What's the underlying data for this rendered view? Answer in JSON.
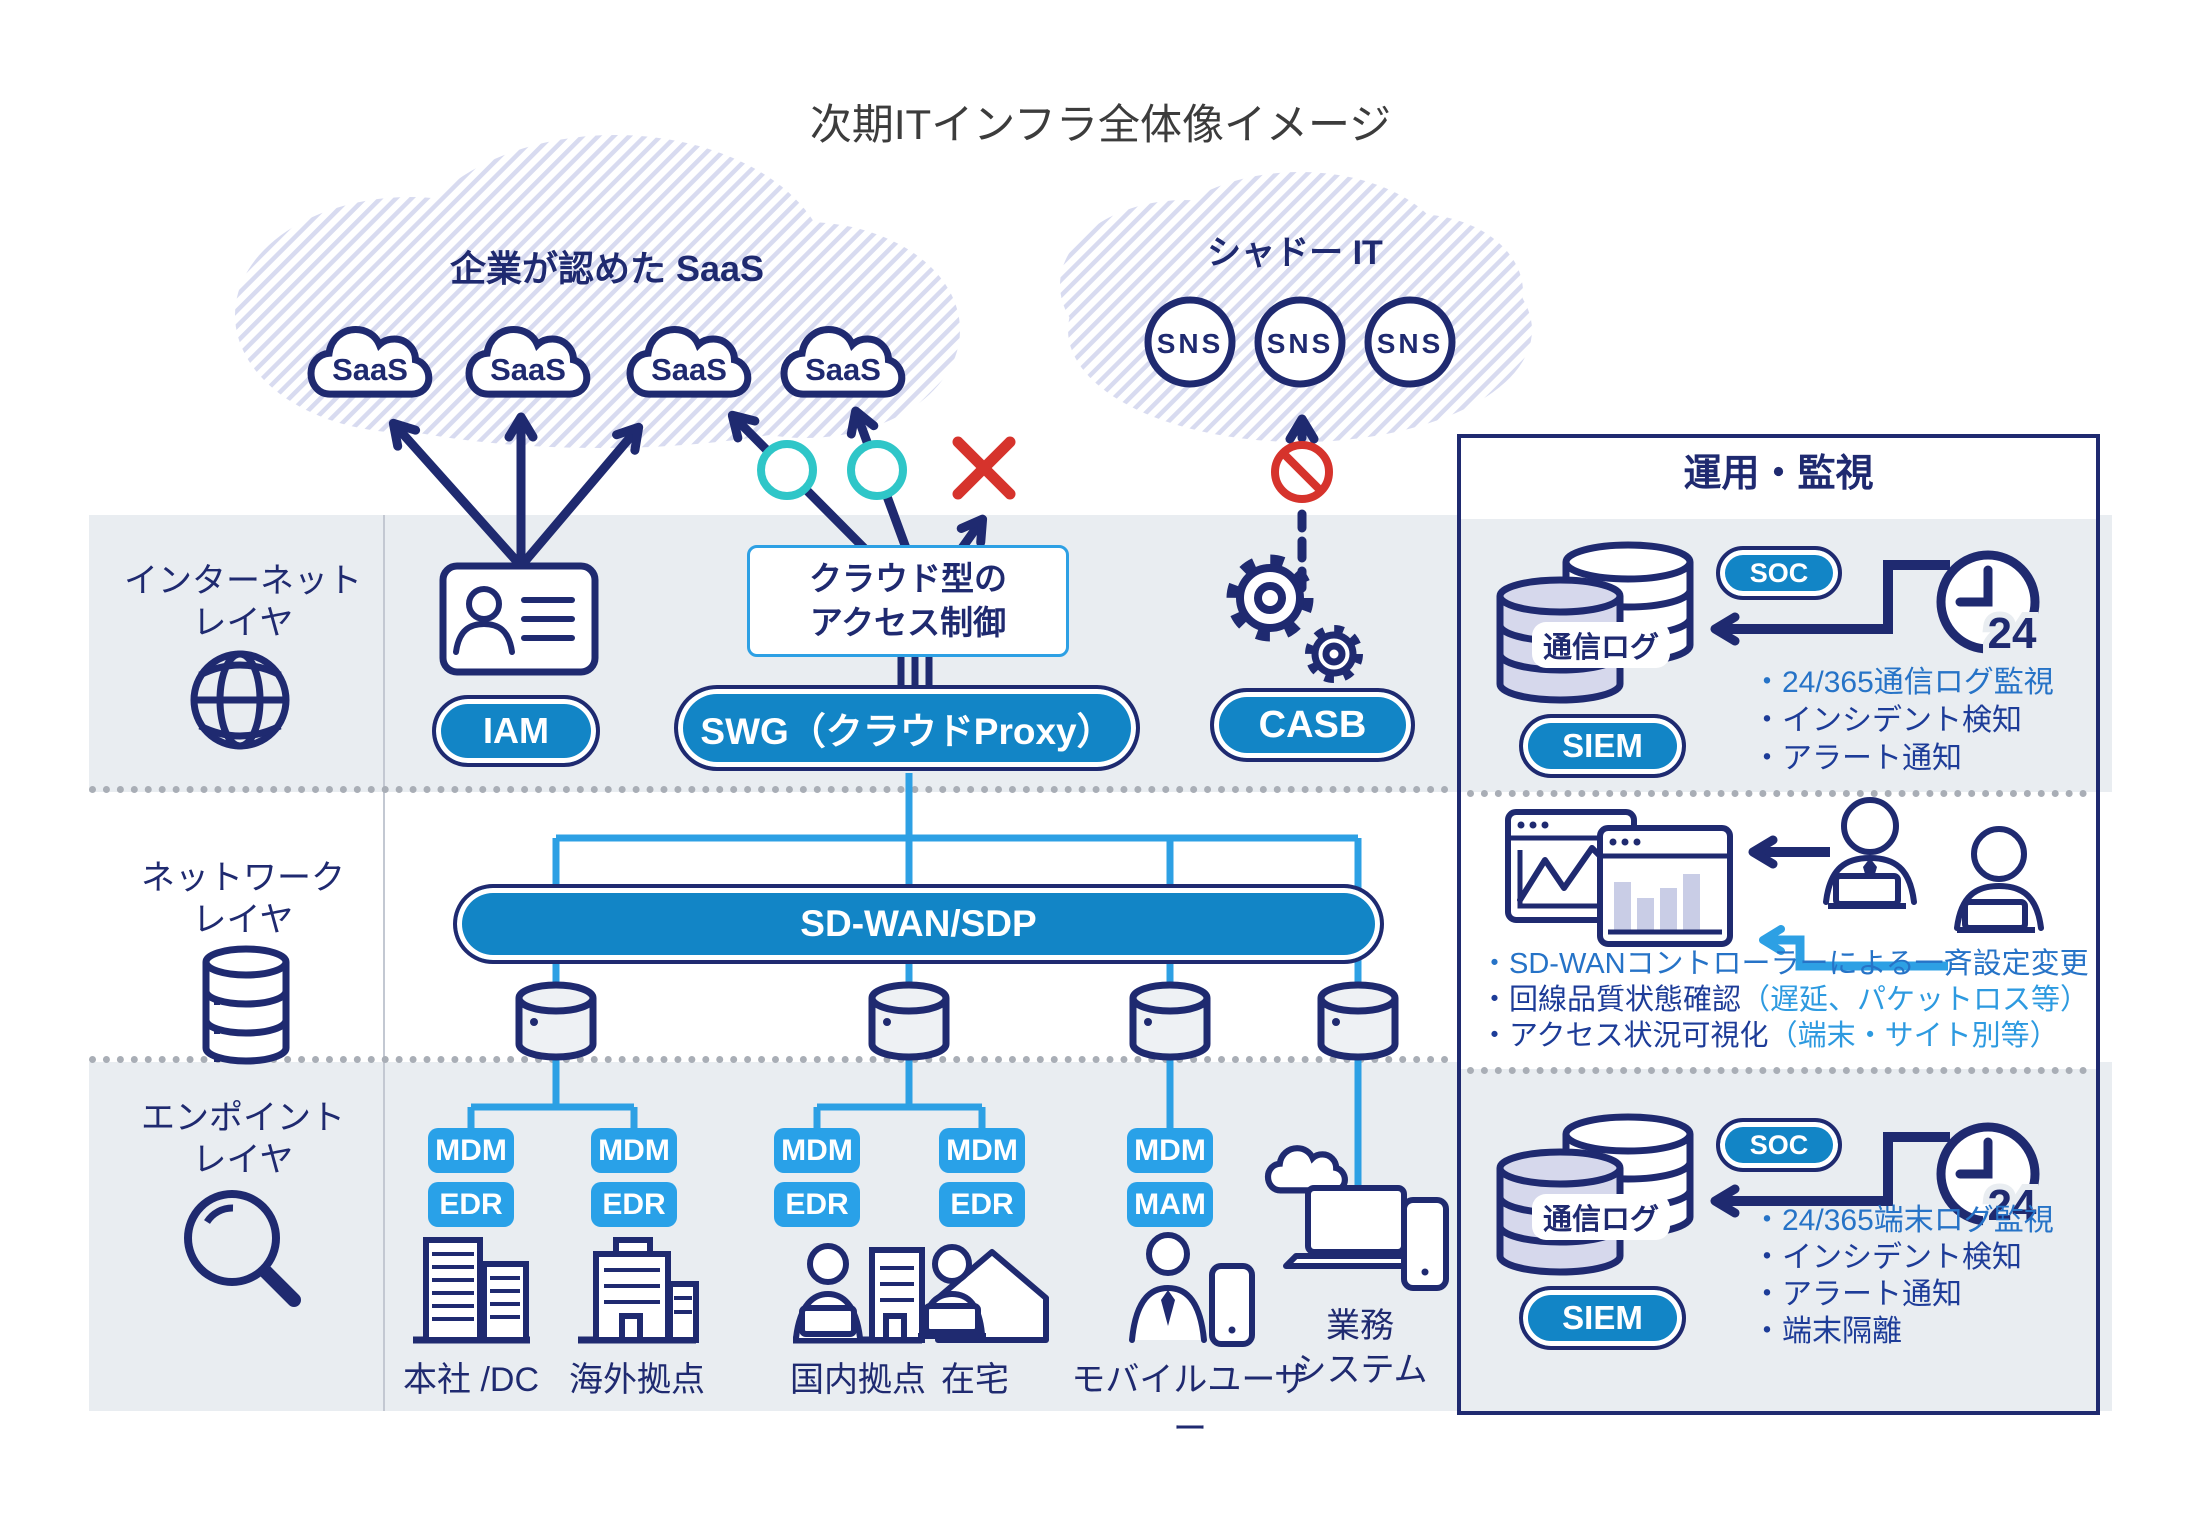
{
  "title": "次期ITインフラ全体像イメージ",
  "colors": {
    "navy": "#1f2a70",
    "pill_blue": "#1285c6",
    "light_blue": "#2da0e4",
    "chip_blue": "#29a1e8",
    "teal": "#2fc6c8",
    "red": "#d6332c",
    "band_gray": "#e9edf1",
    "lavender": "#d6d8ec"
  },
  "saas_zone": {
    "heading": "企業が認めた SaaS",
    "clouds": [
      "SaaS",
      "SaaS",
      "SaaS",
      "SaaS"
    ]
  },
  "shadow_zone": {
    "heading": "シャドー IT",
    "nodes": [
      "SNS",
      "SNS",
      "SNS"
    ]
  },
  "layers": [
    {
      "line1": "インターネット",
      "line2": "レイヤ"
    },
    {
      "line1": "ネットワーク",
      "line2": "レイヤ"
    },
    {
      "line1": "エンポイント",
      "line2": "レイヤ"
    }
  ],
  "internet": {
    "iam": "IAM",
    "swg": "SWG（クラウドProxy）",
    "casb": "CASB",
    "access_box": {
      "line1": "クラウド型の",
      "line2": "アクセス制御"
    }
  },
  "network": {
    "sdwan": "SD-WAN/SDP"
  },
  "endpoint": {
    "sites": [
      {
        "label": "本社 /DC",
        "chips": [
          "MDM",
          "EDR"
        ]
      },
      {
        "label": "海外拠点",
        "chips": [
          "MDM",
          "EDR"
        ]
      },
      {
        "label": "国内拠点",
        "chips": [
          "MDM",
          "EDR"
        ]
      },
      {
        "label": "在宅",
        "chips": [
          "MDM",
          "EDR"
        ]
      },
      {
        "label": "モバイルユーザー",
        "chips": [
          "MDM",
          "MAM"
        ]
      },
      {
        "label_line1": "業務",
        "label_line2": "システム",
        "chips": []
      }
    ]
  },
  "panel": {
    "title": "運用・監視",
    "soc": "SOC",
    "siem": "SIEM",
    "log_db": "通信ログ",
    "clock": "24",
    "sections": {
      "internet": {
        "bullets": [
          {
            "segments": [
              {
                "t": "・24/365通信ログ監視",
                "c": "#2673c7"
              }
            ]
          },
          {
            "segments": [
              {
                "t": "・インシデント検知",
                "c": "#1d3c98"
              }
            ]
          },
          {
            "segments": [
              {
                "t": "・アラート通知",
                "c": "#1d3c98"
              }
            ]
          }
        ]
      },
      "network": {
        "bullets": [
          {
            "segments": [
              {
                "t": "・SD-WANコントローラーによる一斉設定変更",
                "c": "#2673c7"
              }
            ]
          },
          {
            "segments": [
              {
                "t": "・回線品質状態確認",
                "c": "#1d3c98"
              },
              {
                "t": "（遅延、パケットロス等）",
                "c": "#2d9ae0"
              }
            ]
          },
          {
            "segments": [
              {
                "t": "・アクセス状況可視化",
                "c": "#1d3c98"
              },
              {
                "t": "（端末・サイト別等）",
                "c": "#2d9ae0"
              }
            ]
          }
        ]
      },
      "endpoint": {
        "bullets": [
          {
            "segments": [
              {
                "t": "・24/365端末ログ監視",
                "c": "#2673c7"
              }
            ]
          },
          {
            "segments": [
              {
                "t": "・インシデント検知",
                "c": "#1d3c98"
              }
            ]
          },
          {
            "segments": [
              {
                "t": "・アラート通知",
                "c": "#1d3c98"
              }
            ]
          },
          {
            "segments": [
              {
                "t": "・端末隔離",
                "c": "#1d3c98"
              }
            ]
          }
        ]
      }
    }
  }
}
